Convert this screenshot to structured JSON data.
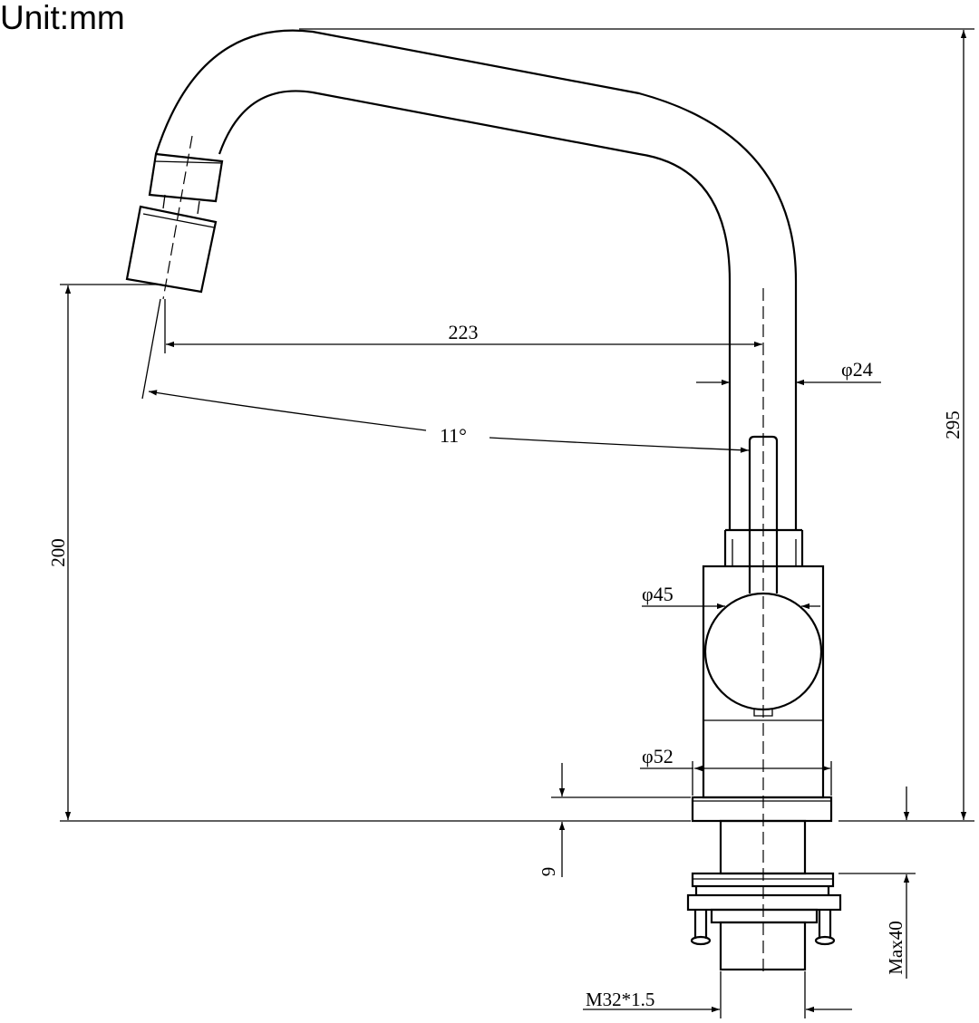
{
  "unit_label": "Unit:mm",
  "dimensions": {
    "spout_reach": "223",
    "swivel_angle": "11°",
    "spout_diameter": "φ24",
    "lever_housing_diameter": "φ45",
    "base_diameter": "φ52",
    "total_height": "295",
    "outlet_height": "200",
    "base_ring_thickness": "9",
    "max_deck_thickness": "Max40",
    "thread_size": "M32*1.5"
  }
}
